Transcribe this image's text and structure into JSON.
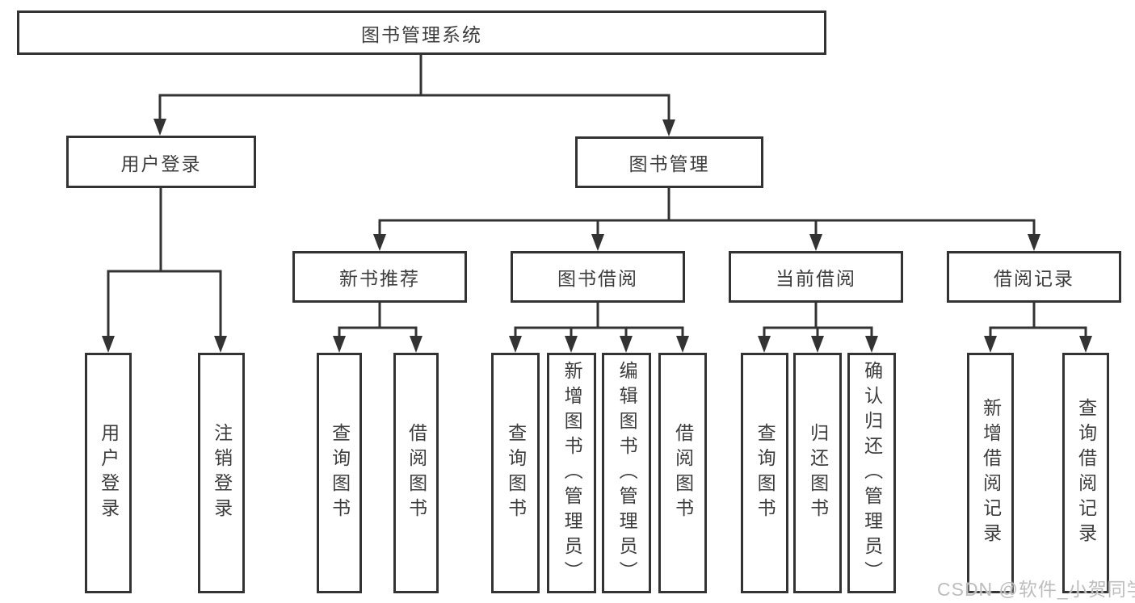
{
  "diagram": {
    "type": "hierarchy-tree",
    "root": {
      "label": "图书管理系统"
    },
    "level2": [
      {
        "label": "用户登录"
      },
      {
        "label": "图书管理"
      }
    ],
    "level3": [
      {
        "label": "新书推荐"
      },
      {
        "label": "图书借阅"
      },
      {
        "label": "当前借阅"
      },
      {
        "label": "借阅记录"
      }
    ],
    "level4": {
      "under_user_login": [
        "用户登录",
        "注销登录"
      ],
      "under_new_book_recommend": [
        "查询图书",
        "借阅图书"
      ],
      "under_book_borrow": [
        "查询图书",
        "新增图书（管理员）",
        "编辑图书（管理员）",
        "借阅图书"
      ],
      "under_current_borrow": [
        "查询图书",
        "归还图书",
        "确认归还（管理员）"
      ],
      "under_borrow_records": [
        "新增借阅记录",
        "查询借阅记录"
      ]
    },
    "colors": {
      "line": "#333333",
      "text": "#3d3d3d",
      "box_background": "#ffffff",
      "watermark": "#bdbdbd"
    }
  },
  "watermark": {
    "text": "CSDN @软件_小贺同学"
  }
}
